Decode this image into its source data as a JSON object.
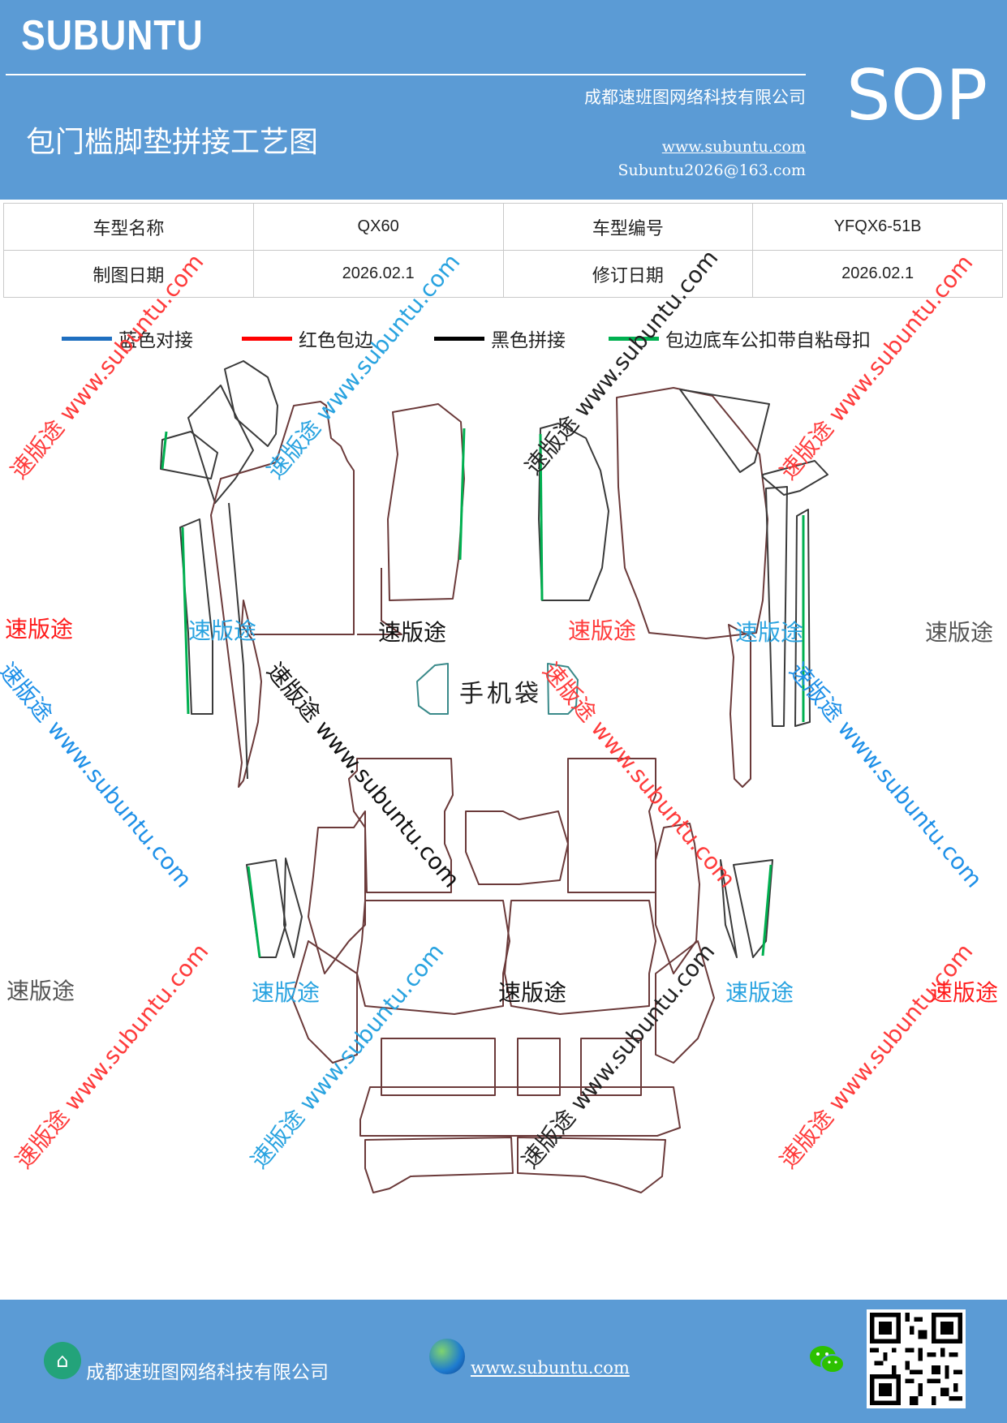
{
  "header": {
    "brand": "SUBUNTU",
    "company": "成都速班图网络科技有限公司",
    "title": "包门槛脚垫拼接工艺图",
    "website": "www.subuntu.com",
    "email": "Subuntu2026@163.com",
    "badge": "SOP"
  },
  "info": {
    "model_name_label": "车型名称",
    "model_name": "QX60",
    "model_code_label": "车型编号",
    "model_code": "YFQX6-51B",
    "draw_date_label": "制图日期",
    "draw_date": "2026.02.1",
    "revise_date_label": "修订日期",
    "revise_date": "2026.02.1"
  },
  "legend": [
    {
      "label": "蓝色对接",
      "color": "#1f6fc0"
    },
    {
      "label": "红色包边",
      "color": "#ff0000"
    },
    {
      "label": "黑色拼接",
      "color": "#000000"
    },
    {
      "label": "包边底车公扣带自粘母扣",
      "color": "#00b050"
    }
  ],
  "drawing": {
    "phone_pocket_label": "手机袋",
    "watermark_brand": "速版途",
    "watermark_url": "速版途 www.subuntu.com",
    "watermark_url_plain": "www.subuntu.com"
  },
  "footer": {
    "company": "成都速班图网络科技有限公司",
    "website": "www.subuntu.com"
  }
}
